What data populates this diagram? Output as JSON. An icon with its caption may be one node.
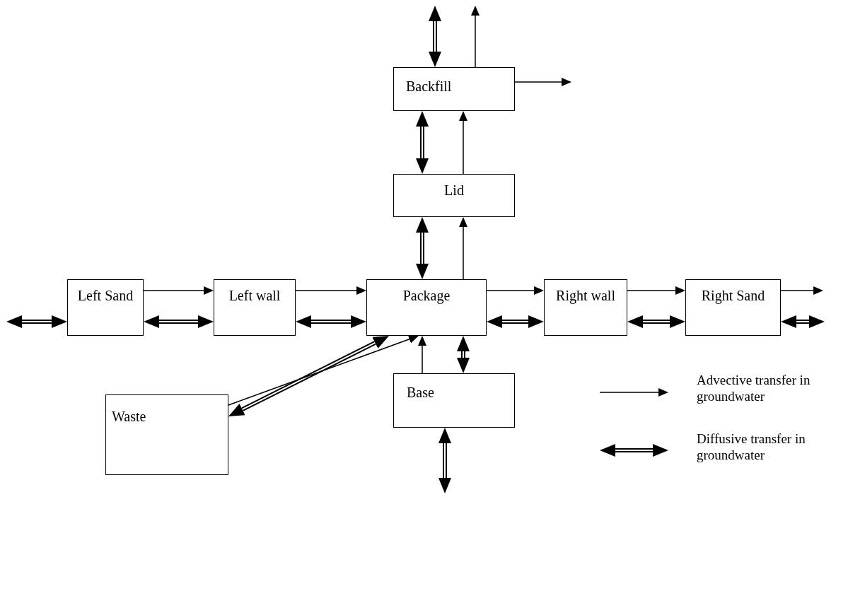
{
  "diagram": {
    "nodes": [
      {
        "text": [
          "Backfill"
        ]
      },
      {
        "text": [
          "Lid"
        ]
      },
      {
        "text": [
          "Left Sand"
        ]
      },
      {
        "text": [
          "Left wall"
        ]
      },
      {
        "text": [
          "Package"
        ]
      },
      {
        "text": [
          "Right wall"
        ]
      },
      {
        "text": [
          "Right Sand"
        ]
      },
      {
        "text": [
          "Waste"
        ]
      },
      {
        "text": [
          "Base"
        ]
      }
    ],
    "edges": [
      {
        "from": null,
        "to": 0,
        "arrow": "both"
      },
      {
        "from": 0,
        "to": null,
        "arrow": "to"
      },
      {
        "from": 0,
        "to": null,
        "arrow": "to"
      },
      {
        "from": 1,
        "to": 0,
        "arrow": "to"
      },
      {
        "from": 0,
        "to": 1,
        "arrow": "both"
      },
      {
        "from": 4,
        "to": 1,
        "arrow": "to"
      },
      {
        "from": 1,
        "to": 4,
        "arrow": "both"
      },
      {
        "from": 2,
        "to": 3,
        "arrow": "to"
      },
      {
        "from": 3,
        "to": 4,
        "arrow": "to"
      },
      {
        "from": 4,
        "to": 5,
        "arrow": "to"
      },
      {
        "from": 5,
        "to": 6,
        "arrow": "to"
      },
      {
        "from": 6,
        "to": null,
        "arrow": "to"
      },
      {
        "from": null,
        "to": 2,
        "arrow": "both"
      },
      {
        "from": 2,
        "to": 3,
        "arrow": "both"
      },
      {
        "from": 3,
        "to": 4,
        "arrow": "both"
      },
      {
        "from": 4,
        "to": 5,
        "arrow": "both"
      },
      {
        "from": 5,
        "to": 6,
        "arrow": "both"
      },
      {
        "from": 6,
        "to": null,
        "arrow": "both"
      },
      {
        "from": 4,
        "to": 7,
        "arrow": "both"
      },
      {
        "from": 7,
        "to": 4,
        "arrow": "to"
      },
      {
        "from": 8,
        "to": 4,
        "arrow": "to"
      },
      {
        "from": 4,
        "to": 8,
        "arrow": "both"
      },
      {
        "from": 8,
        "to": null,
        "arrow": "both"
      }
    ],
    "legend": [
      {
        "text": "Advective transfer in groundwater"
      },
      {
        "text": "Diffusive transfer in groundwater"
      }
    ]
  }
}
